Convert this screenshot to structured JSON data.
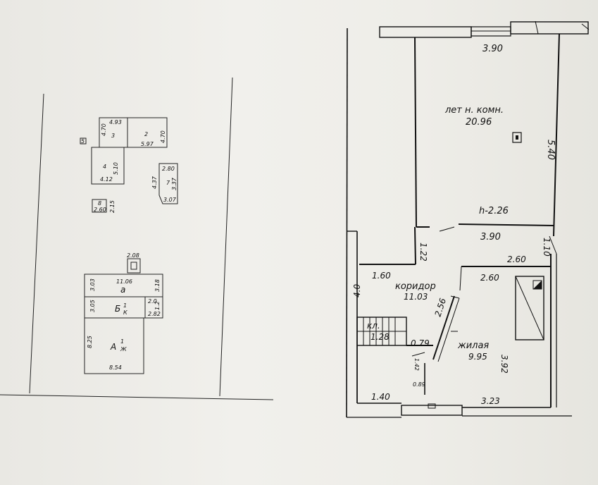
{
  "site_plan": {
    "marker": "5",
    "b1": {
      "top": "4.93",
      "left": "4.70",
      "num": "3"
    },
    "b2": {
      "num": "2",
      "bottom": "5.97",
      "right": "4.70"
    },
    "b3": {
      "num": "4",
      "right": "5.10",
      "bottom": "4.12"
    },
    "b4": {
      "top": "2.80",
      "left": "4.37",
      "num": "7",
      "right": "3.37",
      "bottom": "3.07"
    },
    "b5": {
      "num": "8",
      "bottom": "2.60",
      "right": "2.15"
    },
    "house": {
      "porch": "2.08",
      "top": "11.06",
      "left_a": "3.03",
      "label_a": "а",
      "right_a": "3.18",
      "left_b": "3.05",
      "label_b": "Б",
      "sup_b": "1",
      "sub_b": "К",
      "small1": "2.0",
      "small2": "1.2",
      "small3": "2.82",
      "left_c": "8.25",
      "label_c": "А",
      "sup_c": "1",
      "sub_c": "Ж",
      "bottom": "8.54"
    }
  },
  "floor_plan": {
    "top_dim": "3.90",
    "summer_room_name": "лет н. комн.",
    "summer_room_area": "20.96",
    "summer_right_dim": "5.40",
    "height_note": "h-2.26",
    "mid_dim": "3.90",
    "right_small_dim": "1.10",
    "corridor_door_dim": "1.22",
    "corridor_left_dim": "1.60",
    "corridor_name": "коридор",
    "corridor_area": "11.03",
    "corridor_height_dim": "4.0",
    "diag_dim": "2.56",
    "living_top_dim1": "2.60",
    "living_top_dim2": "2.60",
    "pantry_name": "кл.",
    "pantry_area": "1.28",
    "pantry_w": "0.79",
    "pantry_side": "1.42",
    "pantry_bottom": "0.89",
    "living_name": "жилая",
    "living_area": "9.95",
    "living_right_dim": "3.92",
    "bottom_left_dim": "1.40",
    "bottom_right_dim": "3.23"
  }
}
